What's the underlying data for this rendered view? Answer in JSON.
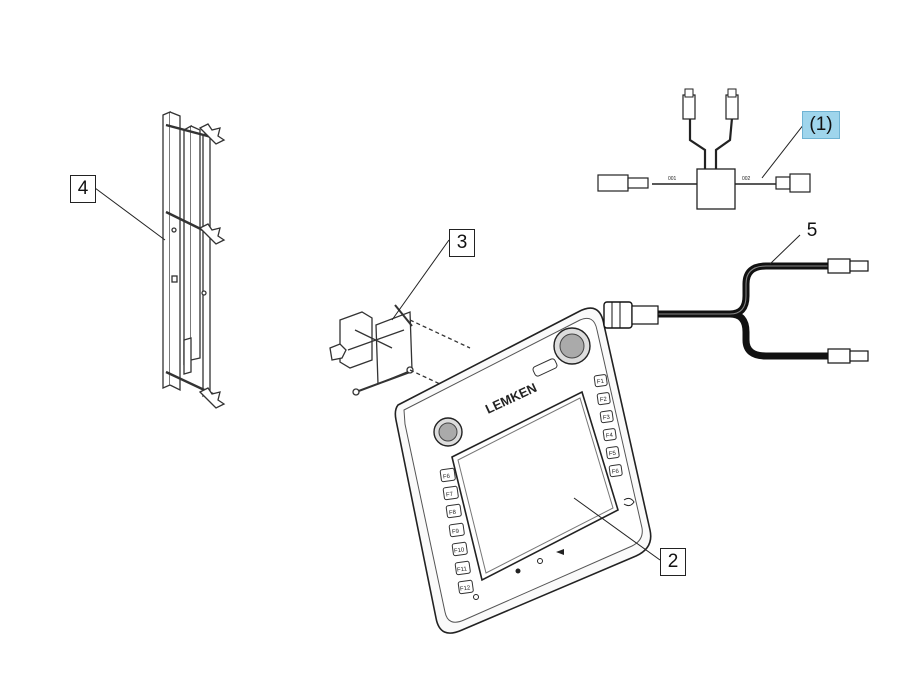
{
  "callouts": {
    "c1": "(1)",
    "c2": "2",
    "c3": "3",
    "c4": "4",
    "c5": "5"
  },
  "terminal": {
    "brand": "LEMKEN",
    "softkeys_left": [
      "F6",
      "F7",
      "F8",
      "F9",
      "F10",
      "F11",
      "F12"
    ],
    "softkeys_right": [
      "F1",
      "F2",
      "F3",
      "F4",
      "F5",
      "F6"
    ]
  },
  "colors": {
    "highlight": "#9fd5ec",
    "line": "#222222"
  }
}
